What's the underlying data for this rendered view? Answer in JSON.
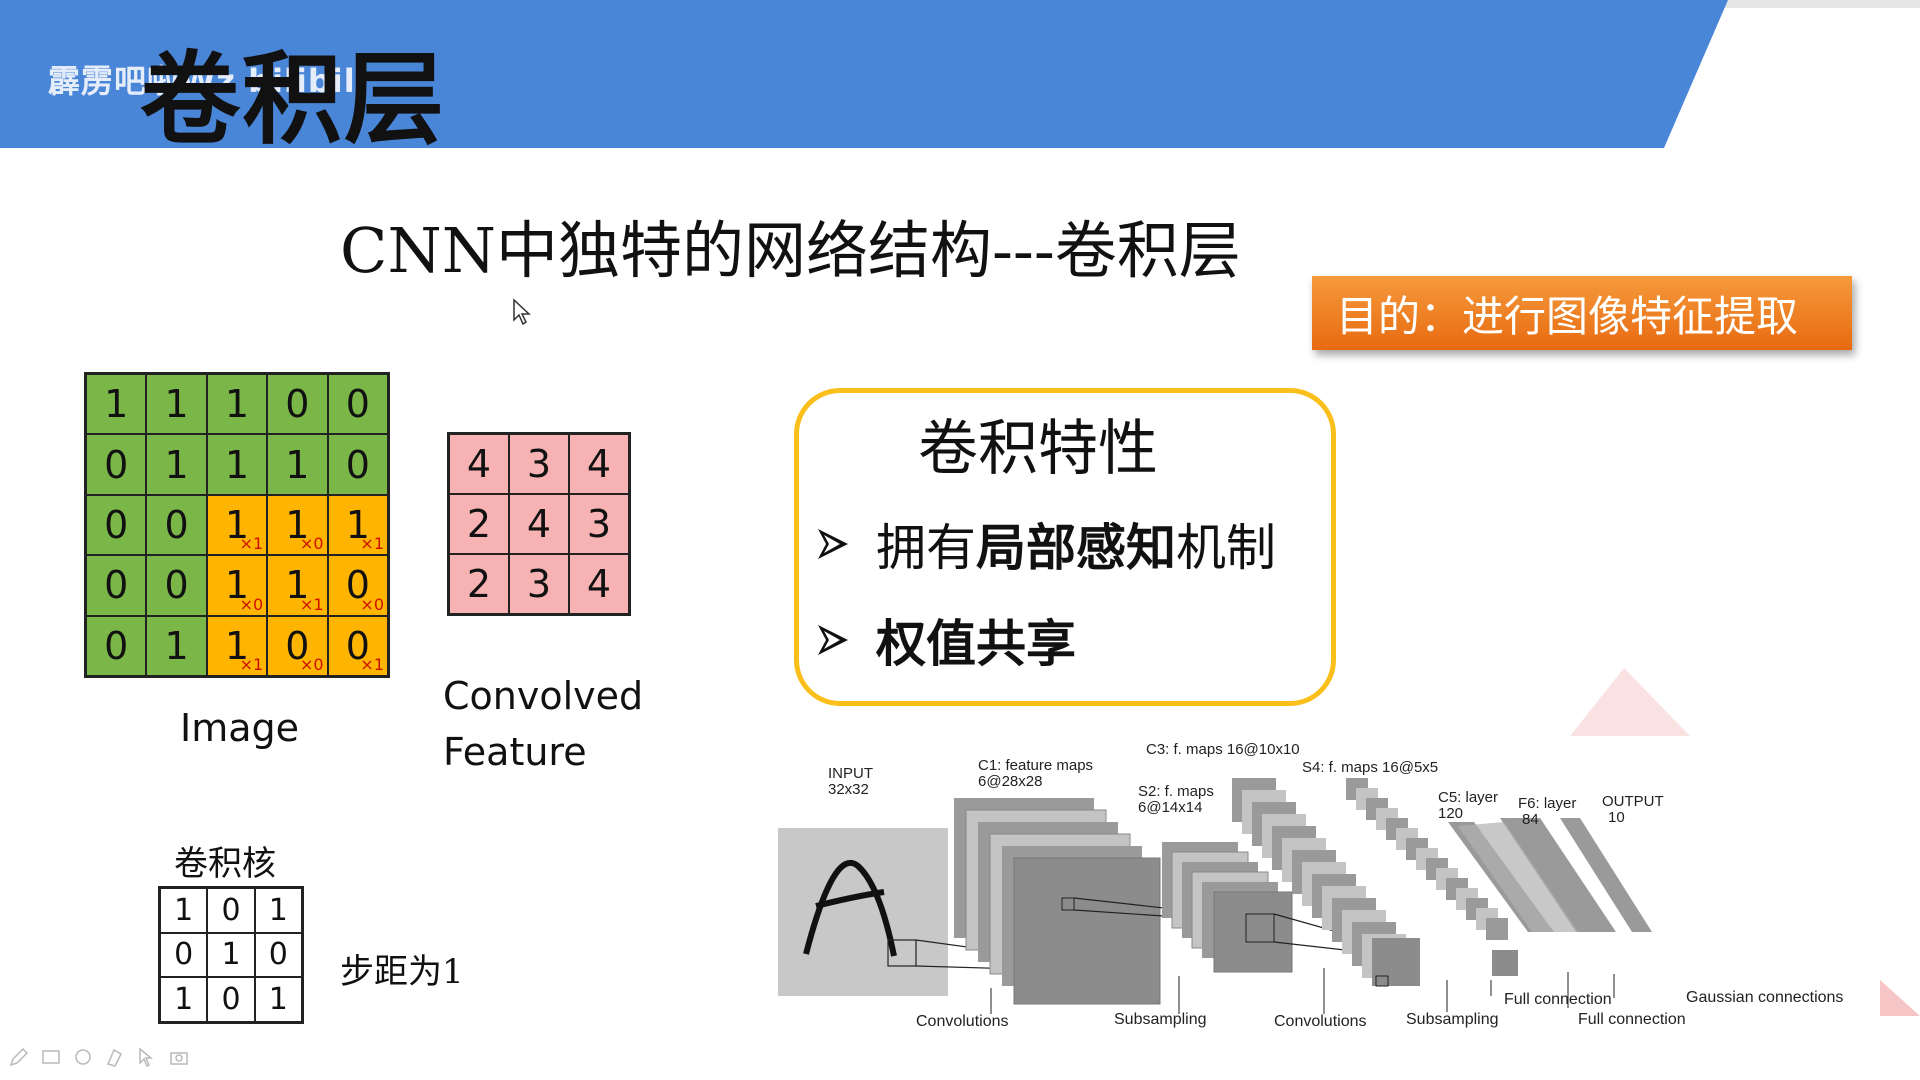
{
  "header": {
    "watermark": "霹雳吧啦Wz  bilibili",
    "title": "卷积层"
  },
  "subtitle": "CNN中独特的网络结构---卷积层",
  "purpose": "目的：进行图像特征提取",
  "image_matrix": {
    "label": "Image",
    "rows": [
      [
        "1",
        "1",
        "1",
        "0",
        "0"
      ],
      [
        "0",
        "1",
        "1",
        "1",
        "0"
      ],
      [
        "0",
        "0",
        "1",
        "1",
        "1"
      ],
      [
        "0",
        "0",
        "1",
        "1",
        "0"
      ],
      [
        "0",
        "1",
        "1",
        "0",
        "0"
      ]
    ],
    "kernel_subscripts": [
      [
        "×1",
        "×0",
        "×1"
      ],
      [
        "×0",
        "×1",
        "×0"
      ],
      [
        "×1",
        "×0",
        "×1"
      ]
    ]
  },
  "feature_matrix": {
    "label_line1": "Convolved",
    "label_line2": "Feature",
    "rows": [
      [
        "4",
        "3",
        "4"
      ],
      [
        "2",
        "4",
        "3"
      ],
      [
        "2",
        "3",
        "4"
      ]
    ]
  },
  "kernel": {
    "label": "卷积核",
    "rows": [
      [
        "1",
        "0",
        "1"
      ],
      [
        "0",
        "1",
        "0"
      ],
      [
        "1",
        "0",
        "1"
      ]
    ],
    "stride": "步距为1"
  },
  "properties": {
    "title": "卷积特性",
    "bullet1_pre": "拥有",
    "bullet1_bold": "局部感知",
    "bullet1_post": "机制",
    "bullet2_bold": "权值共享"
  },
  "lenet": {
    "input_l1": "INPUT",
    "input_l2": "32x32",
    "c1_l1": "C1: feature maps",
    "c1_l2": "6@28x28",
    "s2_l1": "S2: f. maps",
    "s2_l2": "6@14x14",
    "c3": "C3: f. maps 16@10x10",
    "s4": "S4: f. maps 16@5x5",
    "c5_l1": "C5: layer",
    "c5_l2": "120",
    "f6_l1": "F6: layer",
    "f6_l2": "84",
    "out_l1": "OUTPUT",
    "out_l2": "10",
    "b1": "Convolutions",
    "b2": "Subsampling",
    "b3": "Convolutions",
    "b4": "Subsampling",
    "b5": "Full connection",
    "b6": "Full connection",
    "b7": "Gaussian connections"
  },
  "colors": {
    "banner": "#4a86d8",
    "green": "#7ab648",
    "orange": "#ffb400",
    "pink": "#f7b3b3",
    "purpose": "#f08020",
    "props_border": "#fbbf1c"
  }
}
